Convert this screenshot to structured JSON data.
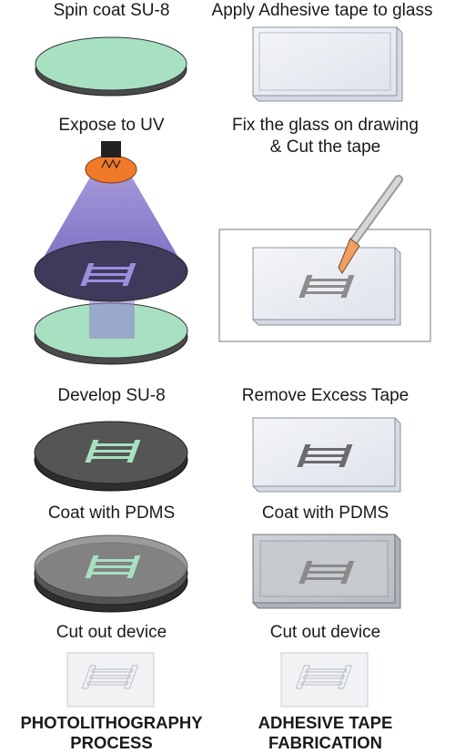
{
  "left_column": {
    "steps": [
      "Spin coat SU-8",
      "Expose to UV",
      "Develop SU-8",
      "Coat with PDMS",
      "Cut out device"
    ],
    "footer": [
      "PHOTOLITHOGRAPHY",
      "PROCESS"
    ]
  },
  "right_column": {
    "steps": [
      "Apply Adhesive tape to glass",
      "Fix the glass on drawing",
      "& Cut the tape",
      "Remove Excess Tape",
      "Coat with PDMS",
      "Cut out device"
    ],
    "footer": [
      "ADHESIVE TAPE",
      "FABRICATION"
    ]
  },
  "colors": {
    "su8_wafer": "#a8e0c2",
    "uv_light": "#8a72c8",
    "lamp": "#f07a2a",
    "developed_wafer": "#555555",
    "glass": "#e8ecf2"
  }
}
